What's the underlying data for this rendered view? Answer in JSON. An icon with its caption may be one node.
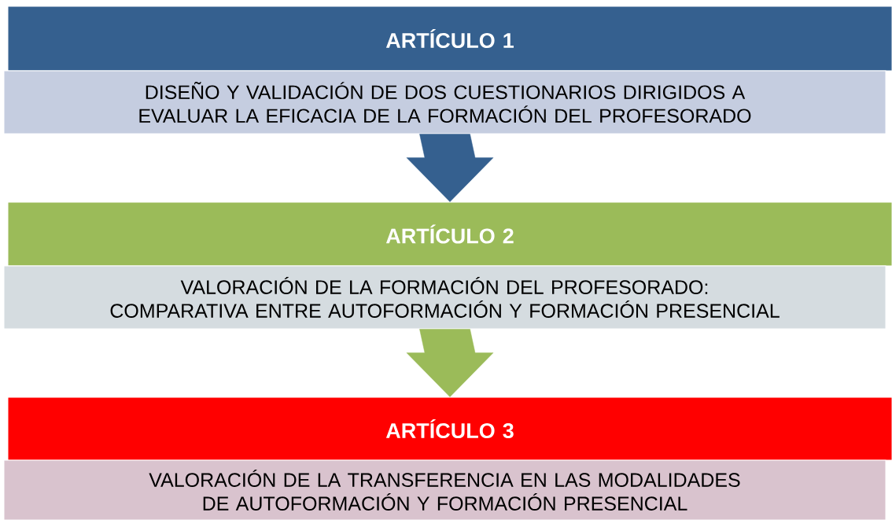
{
  "diagram": {
    "nodes": [
      {
        "text": [
          "ARTÍCULO 1"
        ]
      },
      {
        "text": [
          "DISEÑO Y VALIDACIÓN DE DOS CUESTIONARIOS DIRIGIDOS A EVALUAR LA EFICACIA DE LA FORMACIÓN DEL PROFESORADO"
        ]
      },
      {
        "text": [
          "ARTÍCULO 2"
        ]
      },
      {
        "text": [
          "VALORACIÓN DE LA FORMACIÓN DEL PROFESORADO: COMPARATIVA ENTRE AUTOFORMACIÓN Y FORMACIÓN PRESENCIAL"
        ]
      },
      {
        "text": [
          "ARTÍCULO 3"
        ]
      },
      {
        "text": [
          "VALORACIÓN DE LA TRANSFERENCIA EN LAS MODALIDADES DE AUTOFORMACIÓN Y FORMACIÓN PRESENCIAL"
        ]
      }
    ],
    "edges": [
      {
        "from": 1,
        "to": 2,
        "arrow": "to",
        "color": "#35608f"
      },
      {
        "from": 3,
        "to": 4,
        "arrow": "to",
        "color": "#9bbb59"
      }
    ]
  }
}
